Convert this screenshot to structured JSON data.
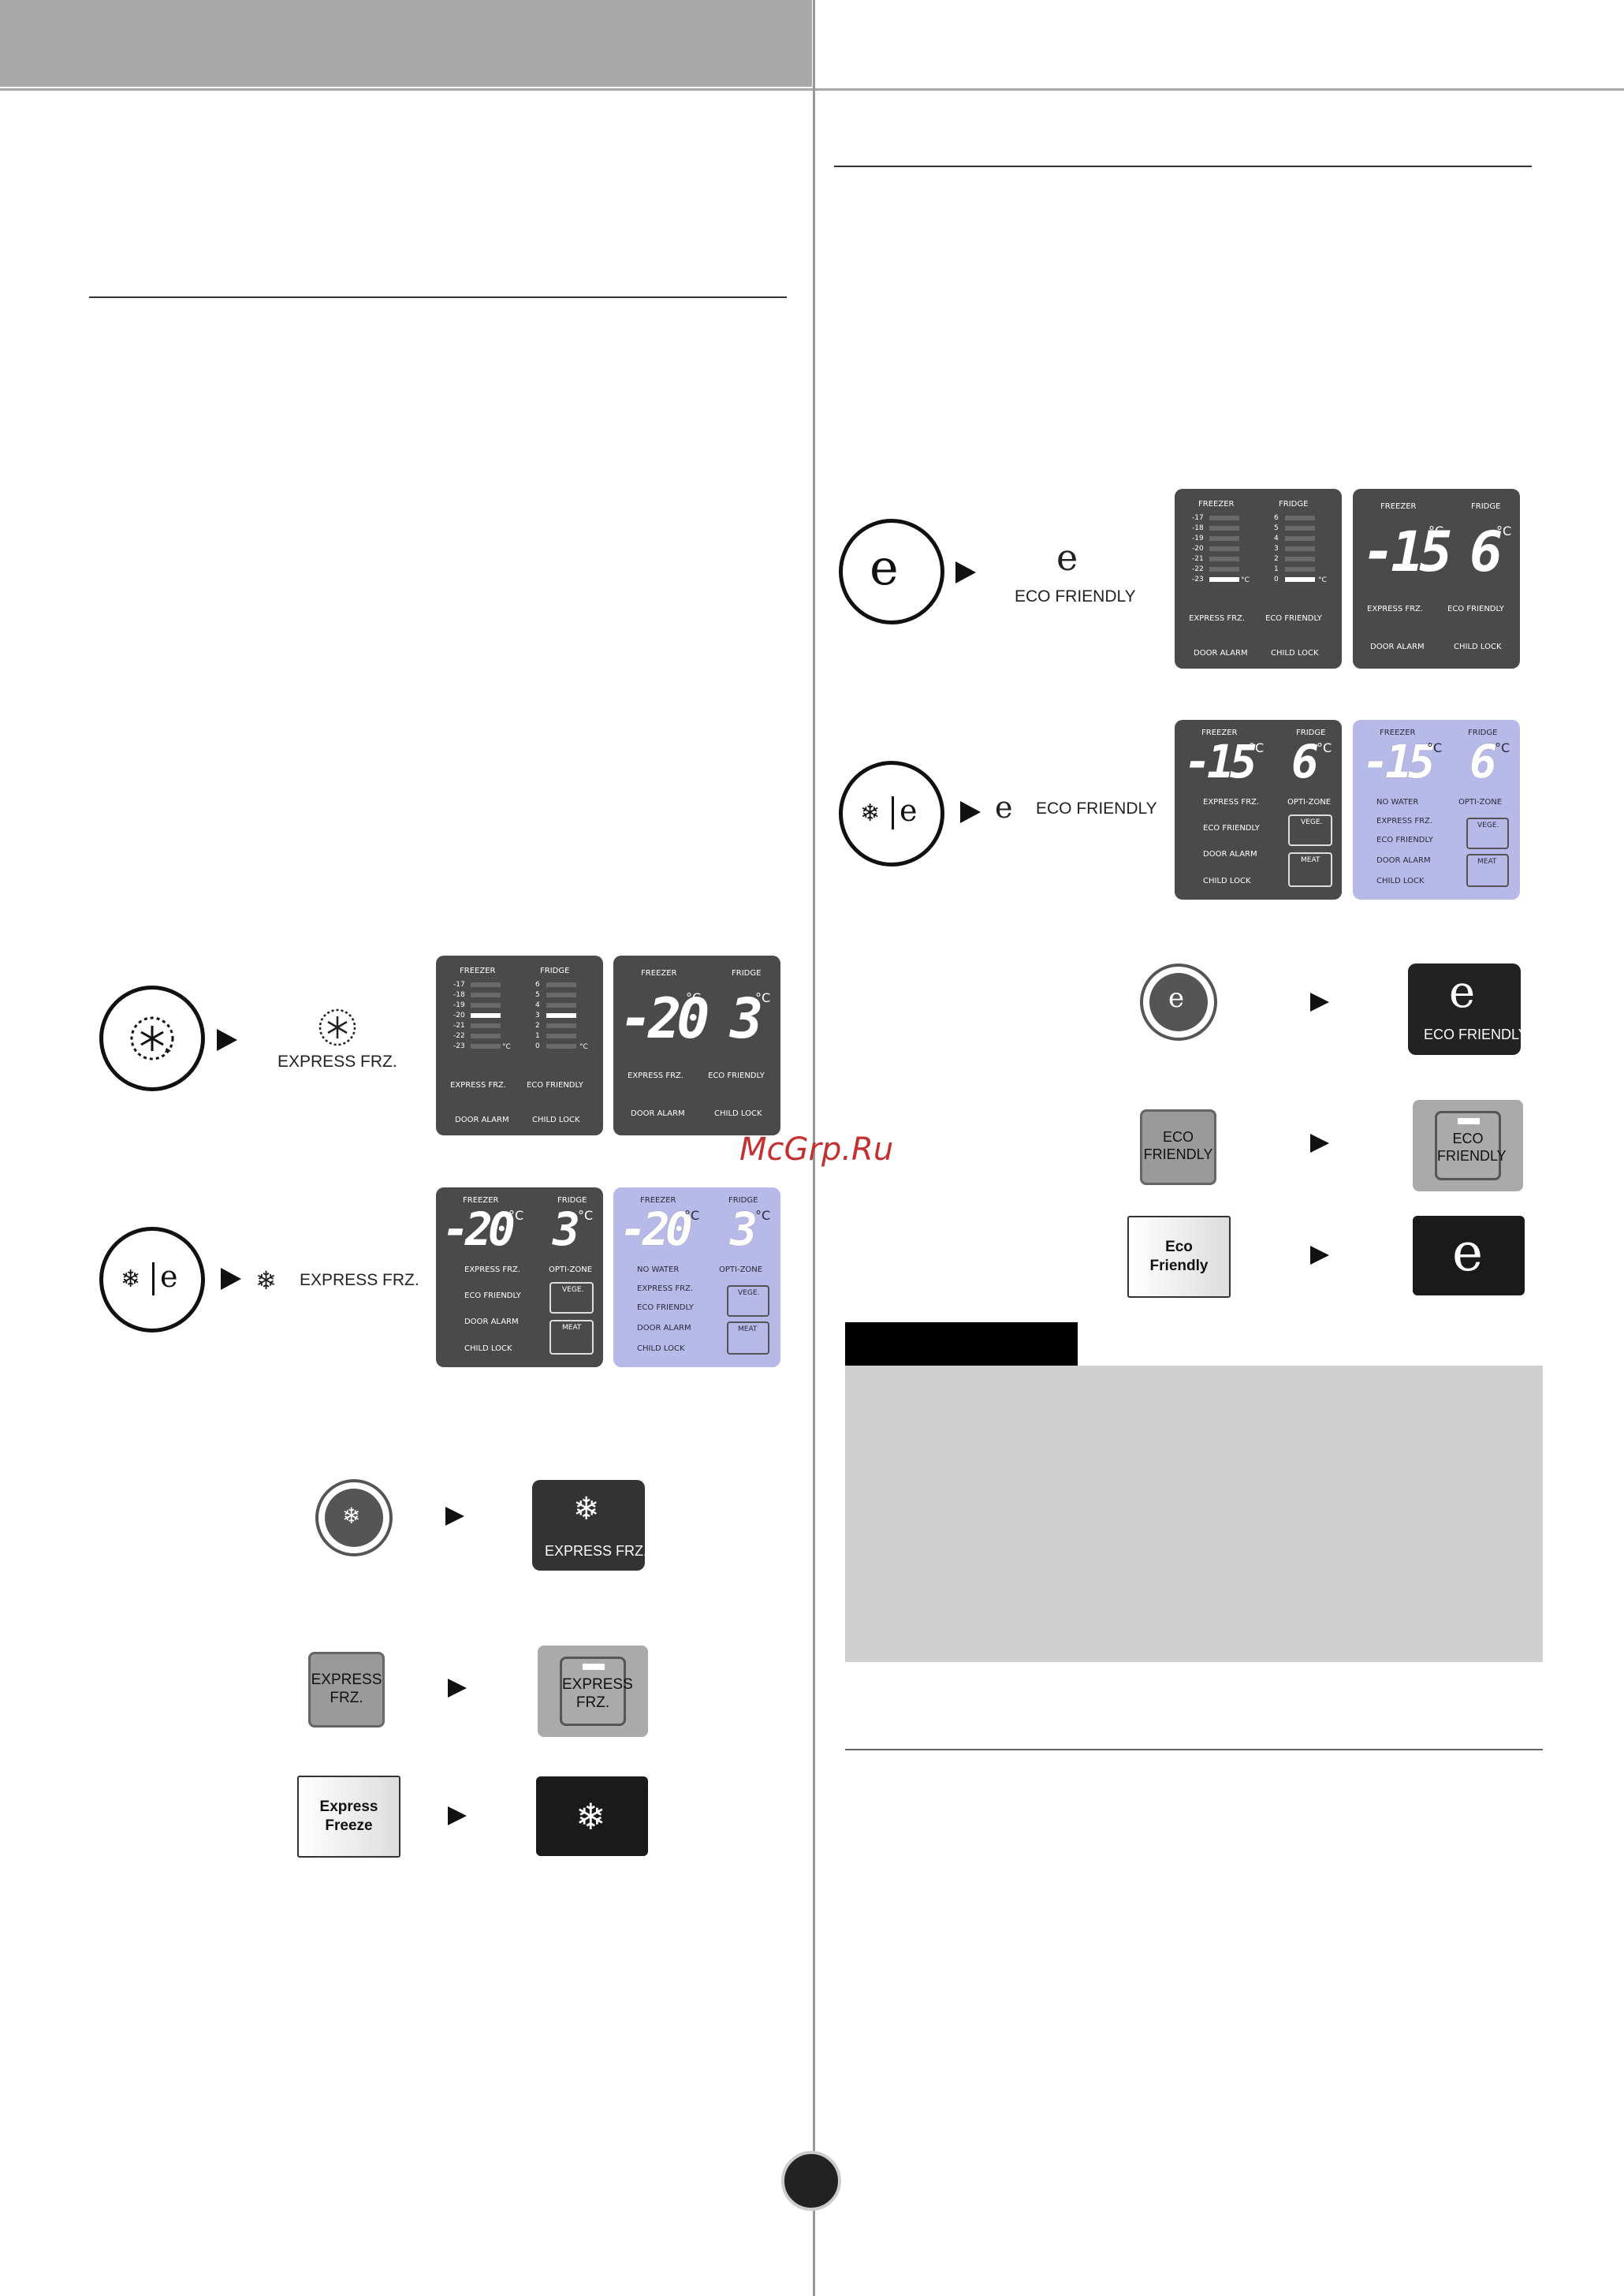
{
  "watermark": "McGrp.Ru",
  "icons": {
    "express": "snowflake-icon",
    "eco": "eco-leaf-icon",
    "alarm": "speaker-icon",
    "lock": "lock-icon",
    "water": "water-icon"
  },
  "colors": {
    "panel_dark": "#4a4a4a",
    "panel_blue": "#b7b9e8",
    "header_gray": "#a9a9a9",
    "note_gray": "#cfcfcf"
  },
  "left": {
    "step1_label": "EXPRESS FRZ.",
    "step2_label": "EXPRESS FRZ.",
    "bar_panel": {
      "freezer": "FREEZER",
      "fridge": "FRIDGE",
      "freezer_scale": [
        "-17",
        "-18",
        "-19",
        "-20",
        "-21",
        "-22",
        "-23"
      ],
      "fridge_scale": [
        "6",
        "5",
        "4",
        "3",
        "2",
        "1",
        "0"
      ],
      "unit": "°C",
      "freezer_active": "-20",
      "fridge_active": "3",
      "express": "EXPRESS FRZ.",
      "eco": "ECO FRIENDLY",
      "alarm": "DOOR ALARM",
      "lock": "CHILD LOCK"
    },
    "digit_panel": {
      "freezer": "FREEZER",
      "fridge": "FRIDGE",
      "freezer_temp": "-20",
      "fridge_temp": "3",
      "unit": "°C",
      "express": "EXPRESS FRZ.",
      "eco": "ECO FRIENDLY",
      "alarm": "DOOR ALARM",
      "lock": "CHILD LOCK"
    },
    "opti_panel": {
      "freezer": "FREEZER",
      "fridge": "FRIDGE",
      "freezer_temp": "-20",
      "fridge_temp": "3",
      "unit": "°C",
      "express": "EXPRESS FRZ.",
      "opti": "OPTI-ZONE",
      "eco": "ECO FRIENDLY",
      "vege": "VEGE.",
      "alarm": "DOOR ALARM",
      "meat": "MEAT",
      "lock": "CHILD LOCK"
    },
    "blue_panel": {
      "freezer": "FREEZER",
      "fridge": "FRIDGE",
      "freezer_temp": "-20",
      "fridge_temp": "3",
      "unit": "°C",
      "water": "NO WATER",
      "opti": "OPTI-ZONE",
      "express": "EXPRESS FRZ.",
      "vege": "VEGE.",
      "eco": "ECO FRIENDLY",
      "alarm": "DOOR ALARM",
      "meat": "MEAT",
      "lock": "CHILD LOCK"
    },
    "btn_lit": "EXPRESS FRZ.",
    "btn_gray_line1": "EXPRESS",
    "btn_gray_line2": "FRZ.",
    "btn_white_line1": "Express",
    "btn_white_line2": "Freeze"
  },
  "right": {
    "step1_label": "ECO FRIENDLY",
    "step2_label": "ECO FRIENDLY",
    "bar_panel": {
      "freezer": "FREEZER",
      "fridge": "FRIDGE",
      "freezer_scale": [
        "-17",
        "-18",
        "-19",
        "-20",
        "-21",
        "-22",
        "-23"
      ],
      "fridge_scale": [
        "6",
        "5",
        "4",
        "3",
        "2",
        "1",
        "0"
      ],
      "unit": "°C",
      "freezer_active": "-23",
      "fridge_active": "0",
      "express": "EXPRESS FRZ.",
      "eco": "ECO FRIENDLY",
      "alarm": "DOOR ALARM",
      "lock": "CHILD LOCK"
    },
    "digit_panel": {
      "freezer": "FREEZER",
      "fridge": "FRIDGE",
      "freezer_temp": "-15",
      "fridge_temp": "6",
      "unit": "°C",
      "express": "EXPRESS FRZ.",
      "eco": "ECO FRIENDLY",
      "alarm": "DOOR ALARM",
      "lock": "CHILD LOCK"
    },
    "opti_panel": {
      "freezer": "FREEZER",
      "fridge": "FRIDGE",
      "freezer_temp": "-15",
      "fridge_temp": "6",
      "unit": "°C",
      "express": "EXPRESS FRZ.",
      "opti": "OPTI-ZONE",
      "eco": "ECO FRIENDLY",
      "vege": "VEGE.",
      "alarm": "DOOR ALARM",
      "meat": "MEAT",
      "lock": "CHILD LOCK"
    },
    "blue_panel": {
      "freezer": "FREEZER",
      "fridge": "FRIDGE",
      "freezer_temp": "-15",
      "fridge_temp": "6",
      "unit": "°C",
      "water": "NO WATER",
      "opti": "OPTI-ZONE",
      "express": "EXPRESS FRZ.",
      "vege": "VEGE.",
      "eco": "ECO FRIENDLY",
      "alarm": "DOOR ALARM",
      "meat": "MEAT",
      "lock": "CHILD LOCK"
    },
    "btn_lit": "ECO FRIENDLY",
    "btn_gray_line1": "ECO",
    "btn_gray_line2": "FRIENDLY",
    "btn_white_line1": "Eco",
    "btn_white_line2": "Friendly"
  }
}
